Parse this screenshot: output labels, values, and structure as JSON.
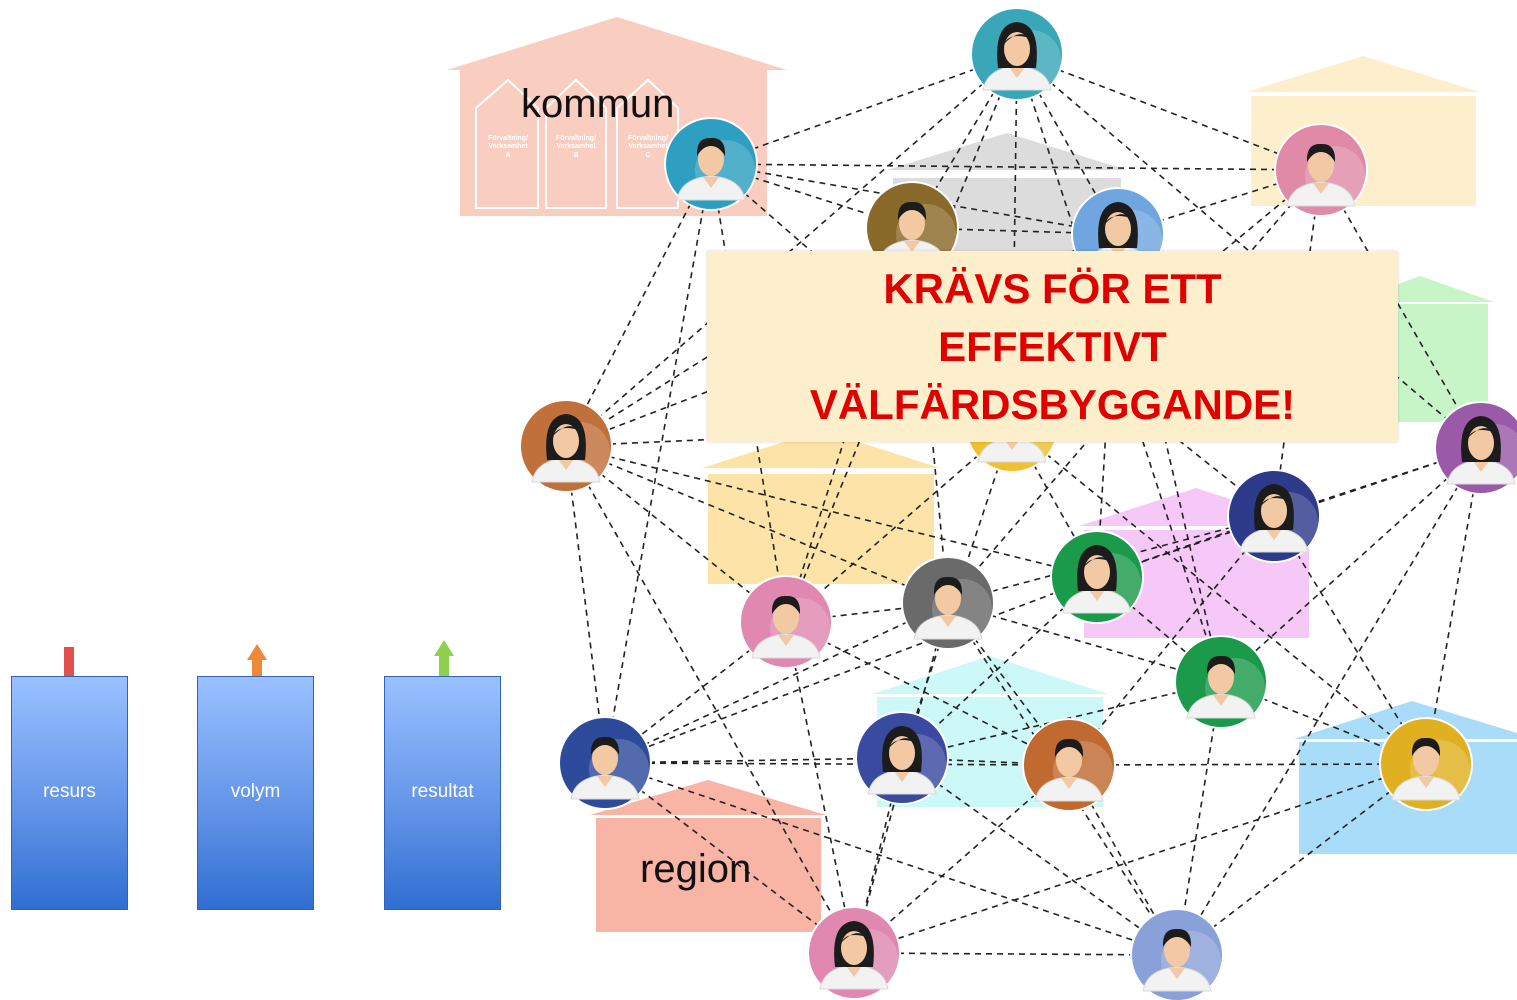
{
  "colors": {
    "edge": "#222222",
    "banner_bg": "#fdefcc",
    "banner_text": "#e00000",
    "bar_fill": "#6f9fec",
    "arrow_down": "#e05050",
    "arrow_up_orange": "#f0883a",
    "arrow_up_green": "#8fd14f"
  },
  "labels": {
    "kommun": "kommun",
    "region": "region"
  },
  "kommun_columns": [
    {
      "line1": "Förvaltning/",
      "line2": "Verksamhet",
      "line3": "A"
    },
    {
      "line1": "Förvaltning/",
      "line2": "Verksamhet",
      "line3": "B"
    },
    {
      "line1": "Förvaltning/",
      "line2": "Verksamhet",
      "line3": "C"
    }
  ],
  "banner": {
    "line1": "KRÄVS FÖR ETT",
    "line2": "EFFEKTIVT",
    "line3": "VÄLFÄRDSBYGGANDE!"
  },
  "bars": [
    {
      "label": "resurs",
      "arrow": "down-arrow",
      "arrow_color": "#e05050"
    },
    {
      "label": "volym",
      "arrow": "up-arrow",
      "arrow_color": "#f0883a"
    },
    {
      "label": "resultat",
      "arrow": "up-arrow",
      "arrow_color": "#8fd14f"
    }
  ],
  "people": [
    {
      "id": "p1",
      "icon": "woman-icon",
      "color": "#3aa7b8"
    },
    {
      "id": "p2",
      "icon": "man-icon",
      "color": "#2e9fc0"
    },
    {
      "id": "p3",
      "icon": "man-icon",
      "color": "#e08aa8"
    },
    {
      "id": "p4",
      "icon": "man-icon",
      "color": "#8a6a2a"
    },
    {
      "id": "p5",
      "icon": "woman-icon",
      "color": "#6fa6e0"
    },
    {
      "id": "p6",
      "icon": "woman-icon",
      "color": "#c0703a"
    },
    {
      "id": "p7",
      "icon": "woman-icon",
      "color": "#9a5aa8"
    },
    {
      "id": "p8",
      "icon": "man-icon",
      "color": "#f0c030"
    },
    {
      "id": "p9",
      "icon": "woman-icon",
      "color": "#2e3a8a"
    },
    {
      "id": "p10",
      "icon": "woman-icon",
      "color": "#1a9a4a"
    },
    {
      "id": "p11",
      "icon": "man-icon",
      "color": "#e088b0"
    },
    {
      "id": "p12",
      "icon": "man-icon",
      "color": "#6a6a6a"
    },
    {
      "id": "p13",
      "icon": "man-icon",
      "color": "#1a9a4a"
    },
    {
      "id": "p14",
      "icon": "man-icon",
      "color": "#2e4a9a"
    },
    {
      "id": "p15",
      "icon": "woman-icon",
      "color": "#3a4aa0"
    },
    {
      "id": "p16",
      "icon": "man-icon",
      "color": "#c06a30"
    },
    {
      "id": "p17",
      "icon": "man-icon",
      "color": "#e0b020"
    },
    {
      "id": "p18",
      "icon": "woman-icon",
      "color": "#e088b0"
    },
    {
      "id": "p19",
      "icon": "man-icon",
      "color": "#8aa0d8"
    }
  ]
}
